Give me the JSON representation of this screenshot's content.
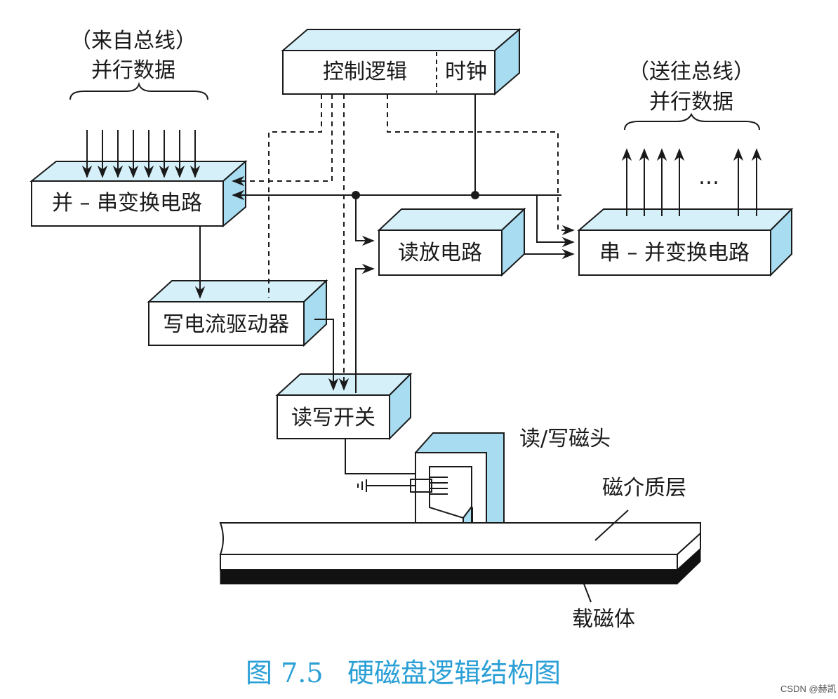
{
  "colors": {
    "box_face": "#ffffff",
    "box_top": "#d6f0fa",
    "box_side": "#a8dcf0",
    "line": "#1a1a1a",
    "caption": "#2a9fd6"
  },
  "labels": {
    "source_bus_line1": "（来自总线）",
    "source_bus_line2": "并行数据",
    "dest_bus_line1": "（送往总线）",
    "dest_bus_line2": "并行数据",
    "control_logic": "控制逻辑",
    "clock": "时钟",
    "parallel_to_serial": "并 – 串变换电路",
    "serial_to_parallel": "串 – 并变换电路",
    "read_amplifier": "读放电路",
    "write_driver": "写电流驱动器",
    "rw_switch": "读写开关",
    "rw_head": "读/写磁头",
    "magnetic_medium": "磁介质层",
    "substrate": "载磁体",
    "ellipsis": "…"
  },
  "caption": {
    "number": "图 7.5",
    "title": "硬磁盘逻辑结构图"
  },
  "watermark": "CSDN @赫凯"
}
